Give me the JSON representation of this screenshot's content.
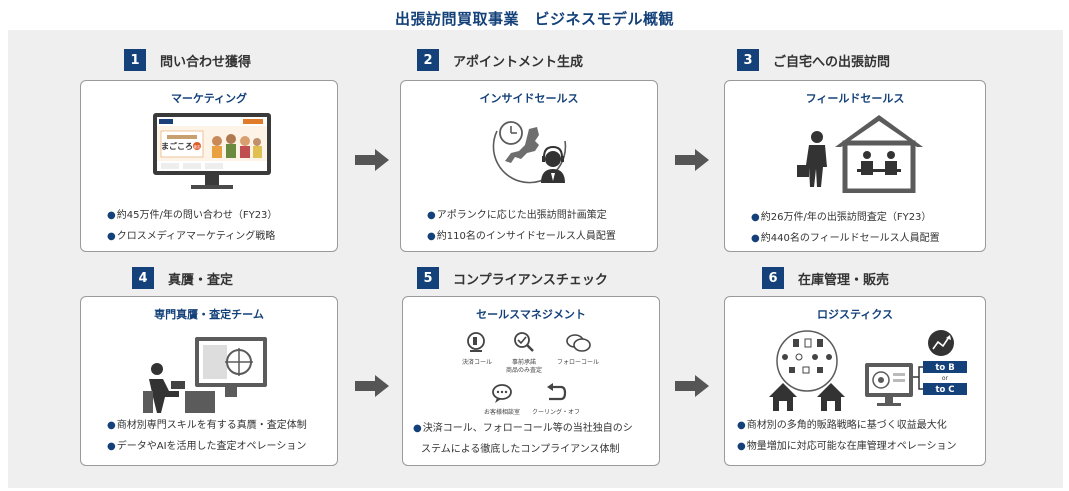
{
  "title": "出張訪問買取事業　ビジネスモデル概観",
  "steps": [
    {
      "num": "1",
      "label": "問い合わせ獲得",
      "card_title": "マーケティング",
      "bullets": [
        "約45万件/年の問い合わせ（FY23）",
        "クロスメディアマーケティング戦略"
      ]
    },
    {
      "num": "2",
      "label": "アポイントメント生成",
      "card_title": "インサイドセールス",
      "bullets": [
        "アポランクに応じた出張訪問計画策定",
        "約110名のインサイドセールス人員配置"
      ]
    },
    {
      "num": "3",
      "label": "ご自宅への出張訪問",
      "card_title": "フィールドセールス",
      "bullets": [
        "約26万件/年の出張訪問査定（FY23）",
        "約440名のフィールドセールス人員配置"
      ]
    },
    {
      "num": "4",
      "label": "真贋・査定",
      "card_title": "専門真贋・査定チーム",
      "bullets": [
        "商材別専門スキルを有する真贋・査定体制",
        "データやAIを活用した査定オペレーション"
      ]
    },
    {
      "num": "5",
      "label": "コンプライアンスチェック",
      "card_title": "セールスマネジメント",
      "bullets": [
        "決済コール、フォローコール等の当社独自のシ",
        "ステムによる徹底したコンプライアンス体制"
      ]
    },
    {
      "num": "6",
      "label": "在庫管理・販売",
      "card_title": "ロジスティクス",
      "bullets": [
        "商材別の多角的販路戦略に基づく収益最大化",
        "物量増加に対応可能な在庫管理オペレーション"
      ]
    }
  ],
  "screen": {
    "logo": "まごころ",
    "tag": "査定"
  },
  "sales_icons": {
    "settlement": "決済コール",
    "prior_consent_1": "事前承諾",
    "prior_consent_2": "商品のみ査定",
    "follow": "フォローコール",
    "opinion": "お客様相談室",
    "cooling_off": "クーリング・オフ"
  },
  "channels": {
    "to_b": "to B",
    "or": "or",
    "to_c": "to C"
  },
  "colors": {
    "navy": "#14417a",
    "panel": "#efefef",
    "arrow": "#555555",
    "icon": "#5b5b5b"
  }
}
